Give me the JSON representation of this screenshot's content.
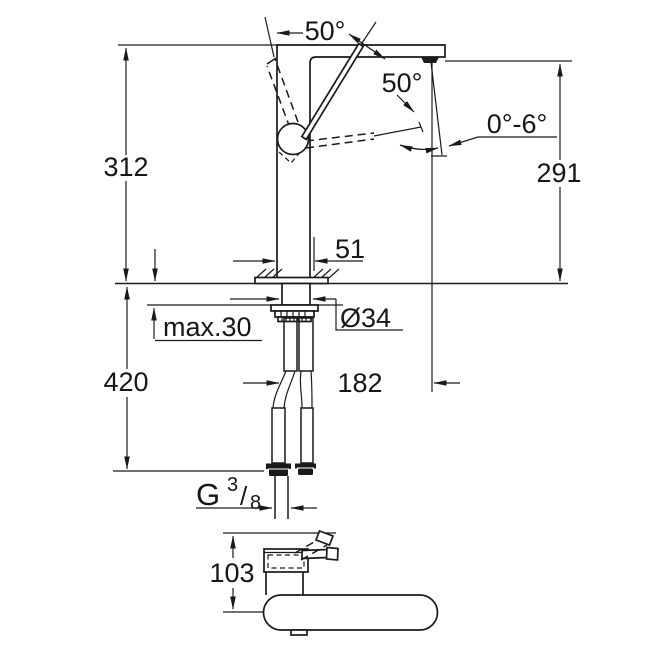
{
  "drawing": {
    "type": "faucet-installation-dimension-drawing",
    "colors": {
      "line": "#1a1a1a",
      "background": "#ffffff"
    },
    "labels": {
      "angle_spout_top": "50°",
      "angle_handle": "50°",
      "angle_swivel": "0°-6°",
      "height_body": "312",
      "height_outlet": "291",
      "body_width": "51",
      "deck_max_thickness": "max.30",
      "hole_diameter": "Ø34",
      "hose_drop": "420",
      "spout_reach": "182",
      "base_height": "103",
      "thread": {
        "g": "G",
        "numerator": "3",
        "slash": "/",
        "denominator": "8"
      }
    }
  }
}
